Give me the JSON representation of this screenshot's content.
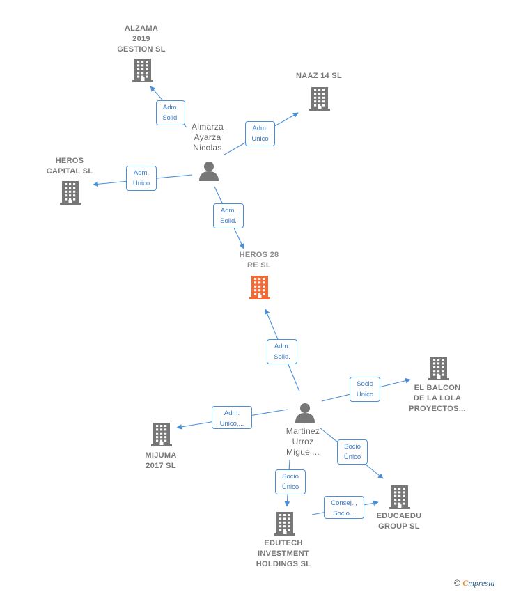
{
  "colors": {
    "edge": "#4a90d9",
    "company_icon": "#777777",
    "focus_icon": "#f26a36",
    "person_icon": "#777777"
  },
  "nodes": {
    "alzama": {
      "label": "ALZAMA\n2019\nGESTION  SL",
      "icon": "building-icon"
    },
    "naaz": {
      "label": "NAAZ 14  SL",
      "icon": "building-icon"
    },
    "heros_capital": {
      "label": "HEROS\nCAPITAL  SL",
      "icon": "building-icon"
    },
    "almarza": {
      "label": "Almarza\nAyarza\nNicolas",
      "icon": "person-icon"
    },
    "heros28": {
      "label": "HEROS 28\nRE  SL",
      "icon": "building-icon"
    },
    "balcon": {
      "label": "EL BALCON\nDE LA LOLA\nPROYECTOS...",
      "icon": "building-icon"
    },
    "martinez": {
      "label": "Martinez\nUrroz\nMiguel...",
      "icon": "person-icon"
    },
    "mijuma": {
      "label": "MIJUMA\n2017  SL",
      "icon": "building-icon"
    },
    "educaedu": {
      "label": "EDUCAEDU\nGROUP  SL",
      "icon": "building-icon"
    },
    "edutech": {
      "label": "EDUTECH\nINVESTMENT\nHOLDINGS  SL",
      "icon": "building-icon"
    }
  },
  "edges": {
    "almarza_alzama": "Adm.\nSolid.",
    "almarza_naaz": "Adm.\nUnico",
    "almarza_heroscap": "Adm.\nUnico",
    "almarza_heros28": "Adm.\nSolid.",
    "martinez_heros28": "Adm.\nSolid.",
    "martinez_balcon": "Socio\nÚnico",
    "martinez_mijuma": "Adm.\nUnico,...",
    "martinez_educaedu": "Socio\nÚnico",
    "martinez_edutech": "Socio\nÚnico",
    "edutech_educaedu": "Consej. ,\nSocio..."
  },
  "footer": {
    "copyright": "©",
    "brand_initial": "C",
    "brand_rest": "mpresia"
  }
}
